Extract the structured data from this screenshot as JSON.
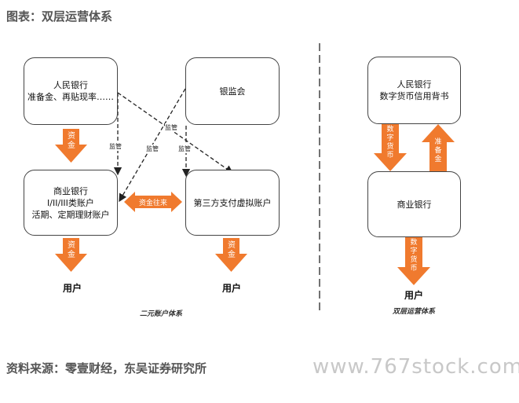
{
  "header": {
    "title": "图表：双层运营体系"
  },
  "left": {
    "pboc": {
      "line1": "人民银行",
      "line2": "准备金、再贴现率……"
    },
    "cbrc": {
      "label": "银监会"
    },
    "bank": {
      "line1": "商业银行",
      "line2": "I/II/III类账户",
      "line3": "活期、定期理财账户"
    },
    "third": {
      "label": "第三方支付虚拟账户"
    },
    "arrow_fund_top": "资金",
    "arrow_fund_bottom_left": "资金",
    "arrow_fund_bottom_right": "资金",
    "fund_exchange": "资金往来",
    "supervise_1": "监管",
    "supervise_2": "监管",
    "supervise_3": "监管",
    "supervise_4": "监管",
    "user_left": "用户",
    "user_right": "用户",
    "caption": "二元账户体系"
  },
  "right": {
    "pboc": {
      "line1": "人民银行",
      "line2": "数字货币信用背书"
    },
    "bank": {
      "label": "商业银行"
    },
    "arrow_down": "数字货币",
    "arrow_up": "准备金",
    "arrow_user": "数字货币",
    "user": "用户",
    "caption": "双层运营体系"
  },
  "footer": {
    "source": "资料来源：零壹财经，东吴证券研究所",
    "watermark": "www.767stock.com"
  },
  "colors": {
    "accent": "#f07a2e",
    "border": "#444444"
  }
}
